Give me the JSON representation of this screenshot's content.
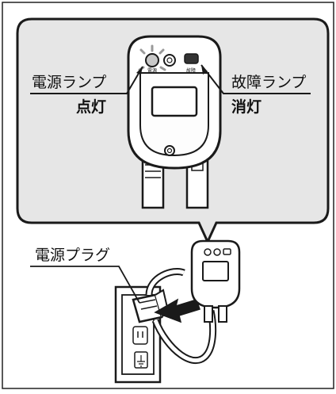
{
  "callout": {
    "power_lamp_label": "電源ランプ",
    "power_lamp_state": "点灯",
    "fault_lamp_label": "故障ランプ",
    "fault_lamp_state": "消灯"
  },
  "device_panel": {
    "power_indicator_text": "電源",
    "fault_indicator_text": "故障"
  },
  "plug_label": "電源プラグ",
  "colors": {
    "lamp_lit": "#c8c8c8",
    "lamp_off": "#333333",
    "callout_bg": "#e6e6e6",
    "line": "#1a1a1a"
  }
}
